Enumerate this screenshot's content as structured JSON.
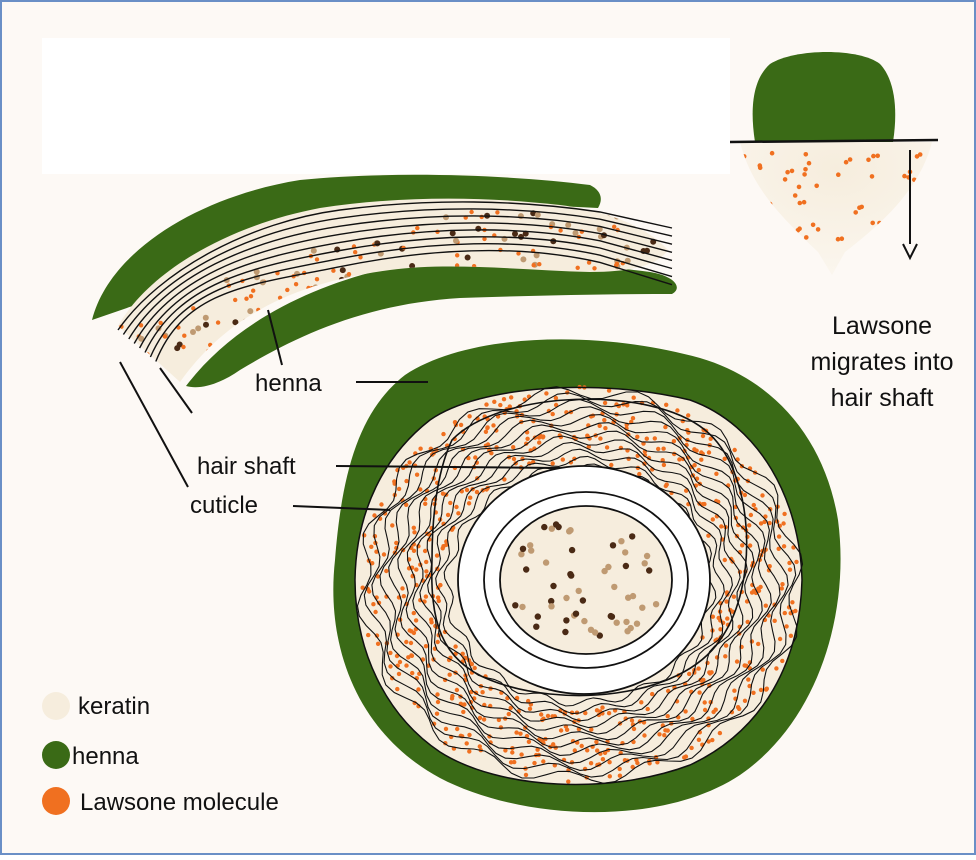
{
  "colors": {
    "background": "#fdf9f5",
    "frame": "#6a8fc6",
    "keratin": "#f6eddd",
    "henna": "#3a6a16",
    "lawsone": "#f07020",
    "pigment_dark": "#4a2a15",
    "pigment_light": "#bf9a72",
    "line": "#111111"
  },
  "labels": {
    "henna": "henna",
    "hair_shaft": "hair shaft",
    "cuticle": "cuticle",
    "migration_line1": "Lawsone",
    "migration_line2": "migrates into",
    "migration_line3": "hair shaft"
  },
  "legend": [
    {
      "label": "keratin",
      "swatch": "keratin"
    },
    {
      "label": "henna",
      "swatch": "henna"
    },
    {
      "label": "Lawsone molecule",
      "swatch": "lawsone"
    }
  ]
}
